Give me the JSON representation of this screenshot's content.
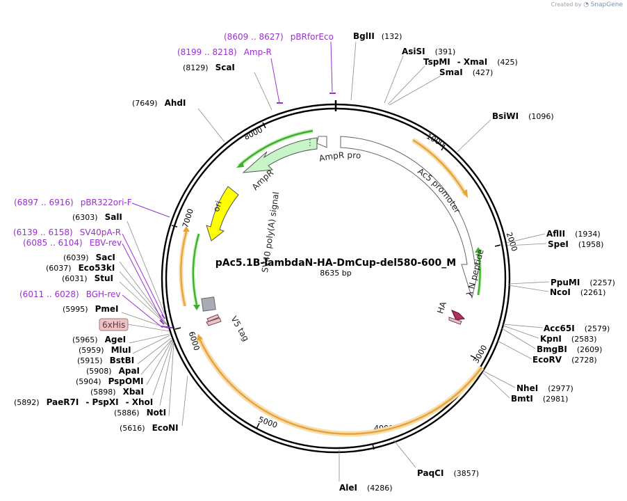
{
  "credit": {
    "text": "Created by",
    "brand": "SnapGene"
  },
  "plasmid": {
    "name": "pAc5.1B-lambdaN-HA-DmCup-del580-600_M",
    "size_label": "8635 bp",
    "length": 8635
  },
  "ticks": [
    "1000",
    "2000",
    "3000",
    "4000",
    "5000",
    "6000",
    "7000",
    "8000"
  ],
  "sites_right": [
    {
      "name": "BglII",
      "pos": "(132)"
    },
    {
      "name": "AsiSI",
      "pos": "(391)"
    },
    {
      "name": "TspMI",
      "name2": "XmaI",
      "pos": "(425)"
    },
    {
      "name": "SmaI",
      "pos": "(427)"
    },
    {
      "name": "BsiWI",
      "pos": "(1096)"
    },
    {
      "name": "AflII",
      "pos": "(1934)"
    },
    {
      "name": "SpeI",
      "pos": "(1958)"
    },
    {
      "name": "PpuMI",
      "pos": "(2257)"
    },
    {
      "name": "NcoI",
      "pos": "(2261)"
    },
    {
      "name": "Acc65I",
      "pos": "(2579)"
    },
    {
      "name": "KpnI",
      "pos": "(2583)"
    },
    {
      "name": "BmgBI",
      "pos": "(2609)"
    },
    {
      "name": "EcoRV",
      "pos": "(2728)"
    },
    {
      "name": "NheI",
      "pos": "(2977)"
    },
    {
      "name": "BmtI",
      "pos": "(2981)"
    },
    {
      "name": "PaqCI",
      "pos": "(3857)"
    },
    {
      "name": "AleI",
      "pos": "(4286)"
    }
  ],
  "sites_left": [
    {
      "name": "ScaI",
      "pos": "(8129)"
    },
    {
      "name": "AhdI",
      "pos": "(7649)"
    },
    {
      "name": "SalI",
      "pos": "(6303)"
    },
    {
      "name": "SacI",
      "pos": "(6039)"
    },
    {
      "name": "Eco53kI",
      "pos": "(6037)"
    },
    {
      "name": "StuI",
      "pos": "(6031)"
    },
    {
      "name": "PmeI",
      "pos": "(5995)"
    },
    {
      "name": "AgeI",
      "pos": "(5965)"
    },
    {
      "name": "MluI",
      "pos": "(5959)"
    },
    {
      "name": "BstBI",
      "pos": "(5915)"
    },
    {
      "name": "ApaI",
      "pos": "(5908)"
    },
    {
      "name": "PspOMI",
      "pos": "(5904)"
    },
    {
      "name": "XbaI",
      "pos": "(5898)"
    },
    {
      "name": "PaeR7I",
      "name2": "PspXI",
      "name3": "XhoI",
      "pos": "(5892)"
    },
    {
      "name": "NotI",
      "pos": "(5886)"
    },
    {
      "name": "EcoNI",
      "pos": "(5616)"
    }
  ],
  "primers": [
    {
      "range": "(8609 .. 8627)",
      "name": "pBRforEco"
    },
    {
      "range": "(8199 .. 8218)",
      "name": "Amp-R"
    },
    {
      "range": "(6897 .. 6916)",
      "name": "pBR322ori-F"
    },
    {
      "range": "(6139 .. 6158)",
      "name": "SV40pA-R"
    },
    {
      "range": "(6085 .. 6104)",
      "name": "EBV-rev"
    },
    {
      "range": "(6011 .. 6028)",
      "name": "BGH-rev"
    }
  ],
  "tag_box": {
    "label": "6xHis"
  },
  "features": {
    "ampr_promoter": "AmpR promoter",
    "ampr": "AmpR",
    "ori": "ori",
    "ac5_promoter": "Ac5 promoter",
    "sv40": "SV40 poly(A) signal",
    "v5": "V5 tag",
    "ha": "HA",
    "lambda": "λ N peptide"
  },
  "colors": {
    "backbone": "#000000",
    "orf_orange": "#e8a33a",
    "orf_glow": "#f5deb0",
    "green_orf": "#3fae2a",
    "ampr_fill": "#c8f5c8",
    "ori_fill": "#ffff00",
    "primer": "#9a2fcf",
    "ha_fill": "#b03060",
    "tag_fill": "#e8c6c6"
  }
}
